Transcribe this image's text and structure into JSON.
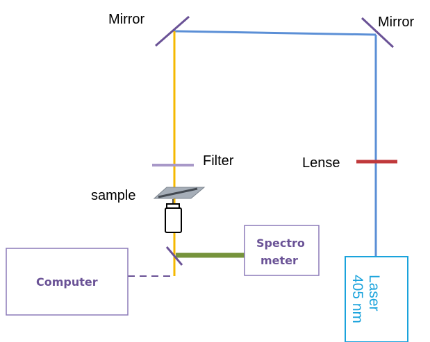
{
  "labels": {
    "mirror_left": "Mirror",
    "mirror_right": "Mirror",
    "filter": "Filter",
    "lens": "Lense",
    "sample": "sample"
  },
  "boxes": {
    "computer": "Computer",
    "spectrometer_line1": "Spectro",
    "spectrometer_line2": "meter",
    "laser_line1": "Laser",
    "laser_line2": "405 nm"
  },
  "colors": {
    "laser_beam": "#5b8fd6",
    "emission_beam": "#f5b800",
    "spectrometer_beam": "#76933c",
    "optic": "#6a5296",
    "lens": "#c0393b",
    "laser_box": "#1aa3dc",
    "box_outline": "#8c7ab8",
    "filter": "#a898c8"
  }
}
